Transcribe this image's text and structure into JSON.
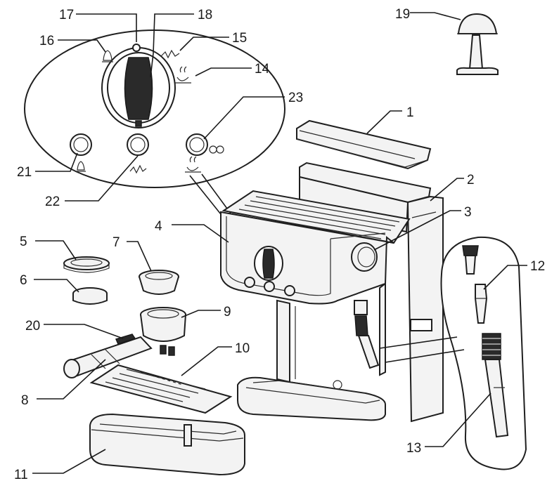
{
  "labels": {
    "p1": "1",
    "p2": "2",
    "p3": "3",
    "p4": "4",
    "p5": "5",
    "p6": "6",
    "p7": "7",
    "p8": "8",
    "p9": "9",
    "p10": "10",
    "p11": "11",
    "p12": "12",
    "p13": "13",
    "p14": "14",
    "p15": "15",
    "p16": "16",
    "p17": "17",
    "p18": "18",
    "p19": "19",
    "p20": "20",
    "p21": "21",
    "p22": "22",
    "p23": "23"
  },
  "icons": {
    "steam_light": "bell-icon",
    "steam_button": "bell-icon",
    "heating": "wave-icon",
    "heating_button": "wave-icon",
    "coffee_ready": "coffee-cup-icon",
    "coffee_button": "coffee-cup-icon"
  },
  "colors": {
    "line": "#1a1a1a",
    "fill": "#f3f3f3",
    "background": "#ffffff"
  }
}
